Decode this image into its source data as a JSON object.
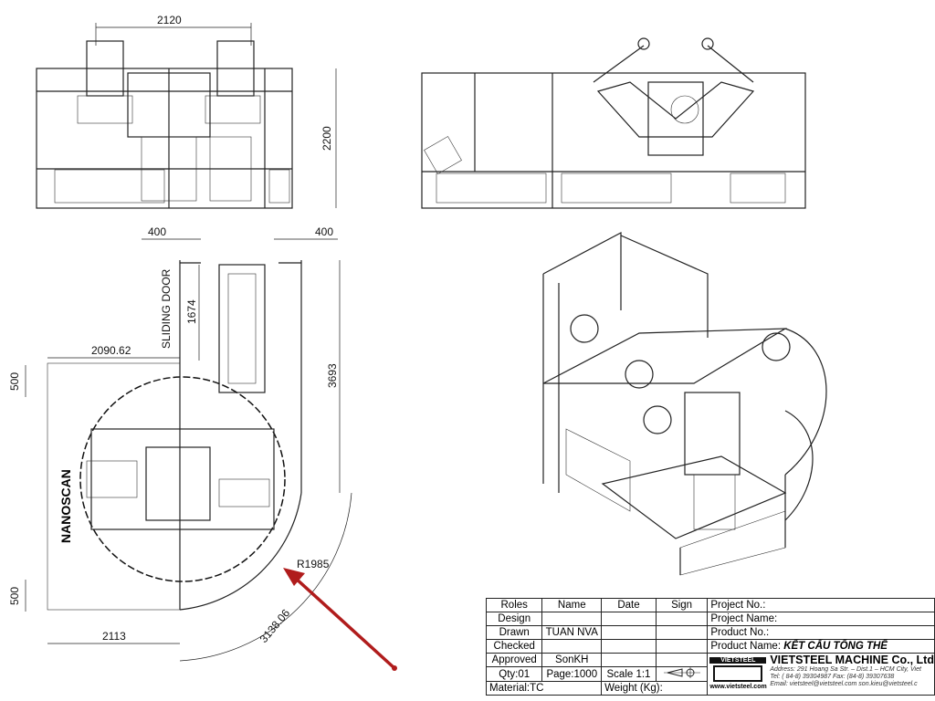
{
  "front_view": {
    "width_dim": "2120",
    "height_dim": "2200"
  },
  "plan_view": {
    "dim_left_400": "400",
    "dim_right_400": "400",
    "dim_1674": "1674",
    "door_label": "SLIDING DOOR",
    "dim_2090": "2090.62",
    "dim_500_top": "500",
    "dim_3693": "3693",
    "scanner_label": "NANOSCAN",
    "radius": "R1985",
    "dim_500_bottom": "500",
    "dim_2113": "2113",
    "arc_length": "3138.06"
  },
  "annotation": {
    "arrow_color": "#b01c1c"
  },
  "title_block": {
    "headers": [
      "Roles",
      "Name",
      "Date",
      "Sign"
    ],
    "rows": [
      {
        "role": "Design",
        "name": ""
      },
      {
        "role": "Drawn",
        "name": "TUAN NVA"
      },
      {
        "role": "Checked",
        "name": ""
      },
      {
        "role": "Approved",
        "name": "SonKH"
      }
    ],
    "qty": "Qty:01",
    "page": "Page:1000",
    "scale": "Scale 1:1",
    "projection_symbol": "first-angle-projection-icon",
    "material": "Material:TC",
    "weight": "Weight (Kg):",
    "project_no": "Project No.:",
    "project_name": "Project Name:",
    "product_no": "Product No.:",
    "product_name_label": "Product Name:",
    "product_name": "KẾT CẤU TỔNG THỂ",
    "company": {
      "logo_text": "VIETSTEEL",
      "website": "www.vietsteel.com",
      "name": "VIETSTEEL MACHINE Co., Ltd",
      "address": "Address: 291 Hoang Sa Str. – Dist.1 – HCM City, Viet",
      "tel": "Tel: ( 84-8) 39304987    Fax: (84-8) 39307638",
      "email": "Email: vietsteel@vietsteel.com  son.kieu@vietsteel.c"
    }
  }
}
